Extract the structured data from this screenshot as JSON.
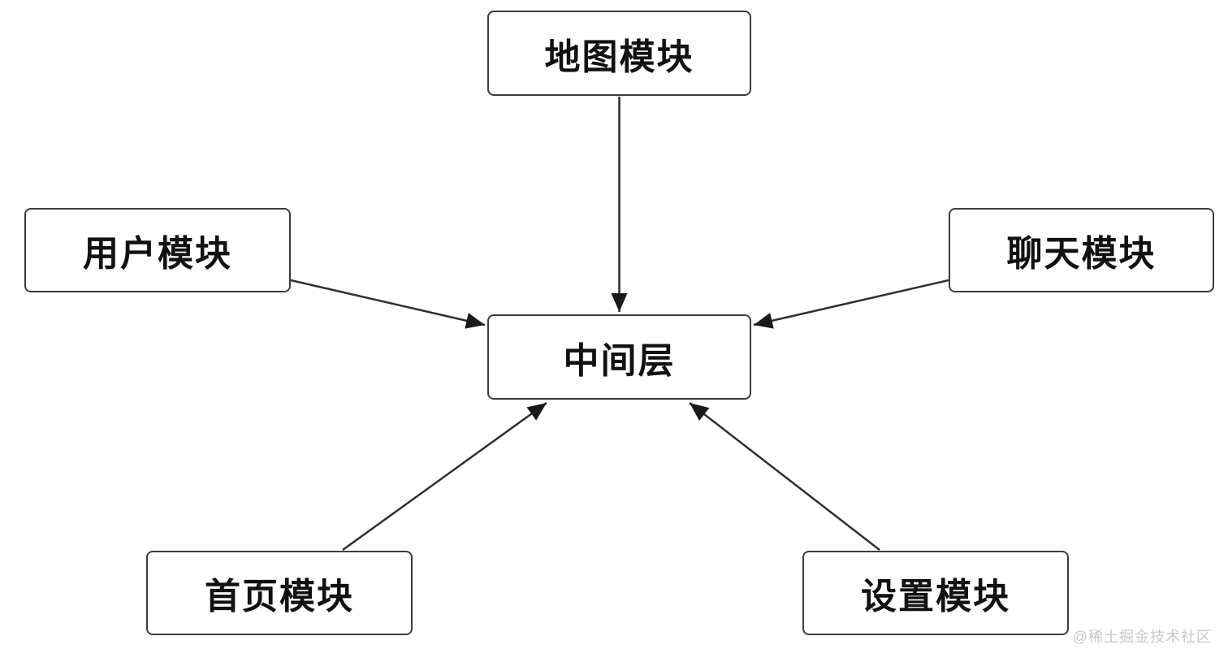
{
  "diagram": {
    "nodes": [
      {
        "id": "map-module",
        "label": "地图模块"
      },
      {
        "id": "user-module",
        "label": "用户模块"
      },
      {
        "id": "chat-module",
        "label": "聊天模块"
      },
      {
        "id": "middle-layer",
        "label": "中间层"
      },
      {
        "id": "home-module",
        "label": "首页模块"
      },
      {
        "id": "settings-module",
        "label": "设置模块"
      }
    ],
    "edges": [
      {
        "from": "map-module",
        "to": "middle-layer"
      },
      {
        "from": "user-module",
        "to": "middle-layer"
      },
      {
        "from": "chat-module",
        "to": "middle-layer"
      },
      {
        "from": "home-module",
        "to": "middle-layer"
      },
      {
        "from": "settings-module",
        "to": "middle-layer"
      }
    ]
  },
  "watermark": {
    "text": "@稀土掘金技术社区"
  },
  "colors": {
    "background": "#ffffff",
    "node_fill": "#ffffff",
    "node_border": "#3d3d3d",
    "node_text": "#111111",
    "edge_stroke": "#2f2f2f",
    "arrowhead_fill": "#1a1a1a",
    "watermark_text": "#c9c9c9"
  }
}
